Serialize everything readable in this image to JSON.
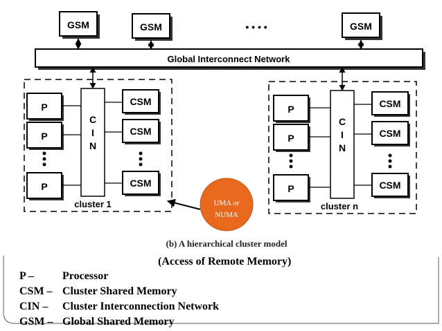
{
  "gsm_label": "GSM",
  "ellipsis": "• • • •",
  "network_label": "Global Interconnect Network",
  "cluster1": {
    "p_label": "P",
    "csm_label": "CSM",
    "cin_letters": [
      "C",
      "I",
      "N"
    ],
    "name": "cluster 1"
  },
  "clustern": {
    "p_label": "P",
    "csm_label": "CSM",
    "cin_letters": [
      "C",
      "I",
      "N"
    ],
    "name": "cluster n"
  },
  "callout": {
    "line1": "UMA or",
    "line2": "NUMA",
    "color": "#e8691e"
  },
  "caption": "(b) A hierarchical cluster model",
  "subcaption": "(Access of Remote Memory)",
  "legend": [
    {
      "term": "P –",
      "desc": "Processor"
    },
    {
      "term": "CSM –",
      "desc": "Cluster Shared Memory"
    },
    {
      "term": "CIN –",
      "desc": "Cluster Interconnection Network"
    },
    {
      "term": "GSM –",
      "desc": "Global Shared Memory"
    }
  ]
}
